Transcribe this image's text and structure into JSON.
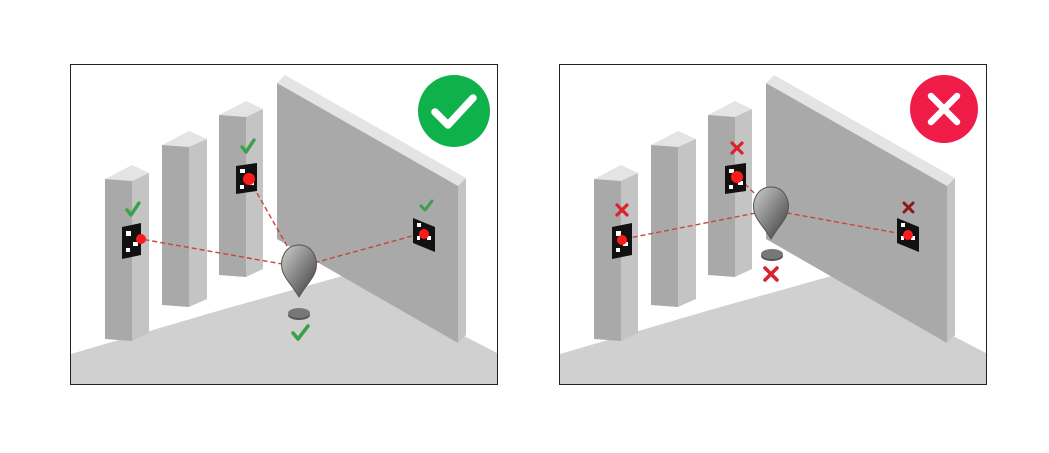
{
  "colors": {
    "good": "#0fb14b",
    "bad": "#ee1c47",
    "good_mark": "#3aa14a",
    "bad_mark": "#d9232e",
    "ray": "#c8453a",
    "floor": "#d0d0d0",
    "wall_front": "#a9a9a9",
    "wall_top": "#e4e4e4",
    "wall_side": "#c4c4c4"
  },
  "panels": [
    {
      "verdict": "correct",
      "badge_icon": "check-icon",
      "mark_icon": "check-icon",
      "camera_mark_icon": "check-icon",
      "markers_detected": 3
    },
    {
      "verdict": "incorrect",
      "badge_icon": "cross-icon",
      "mark_icon": "cross-icon",
      "camera_mark_icon": "cross-icon",
      "markers_detected": 3
    }
  ]
}
